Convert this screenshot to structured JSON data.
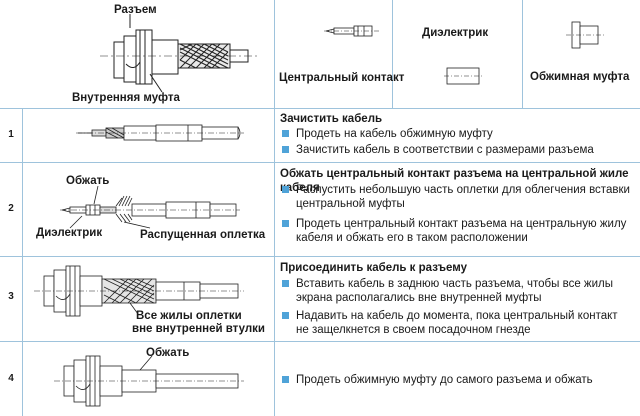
{
  "header": {
    "connector_label": "Разъем",
    "inner_sleeve_label": "Внутренняя муфта",
    "center_contact_label": "Центральный контакт",
    "dielectric_label": "Диэлектрик",
    "crimp_sleeve_label": "Обжимная муфта"
  },
  "steps": [
    {
      "num": "1",
      "title": "Зачистить кабель",
      "bullets": [
        "Продеть на кабель обжимную муфту",
        "Зачистить кабель в соответствии с размерами разъема"
      ],
      "diagram_labels": []
    },
    {
      "num": "2",
      "title": "Обжать центральный контакт разъема на  центральной жиле кабеля",
      "bullets": [
        "Распустить небольшую часть оплетки для облегчения вставки центральной муфты",
        "Продеть центральный контакт разъема на центральную жилу кабеля и обжать его в таком расположении"
      ],
      "diagram_labels": [
        "Обжать",
        "Диэлектрик",
        "Распущенная оплетка"
      ]
    },
    {
      "num": "3",
      "title": "Присоединить кабель к разъему",
      "bullets": [
        "Вставить кабель в заднюю часть разъема,  чтобы все жилы экрана располагались вне внутренней муфты",
        "Надавить на кабель до момента, пока центральный контакт не защелкнется в своем посадочном гнезде"
      ],
      "diagram_labels": [
        "Все жилы оплетки",
        "вне внутренней втулки"
      ]
    },
    {
      "num": "4",
      "title": "",
      "bullets": [
        "Продеть обжимную муфту до самого разъема и обжать"
      ],
      "diagram_labels": [
        "Обжать"
      ]
    }
  ],
  "colors": {
    "bullet": "#4fa3d8",
    "grid": "#9ec3dc",
    "line": "#222222"
  }
}
